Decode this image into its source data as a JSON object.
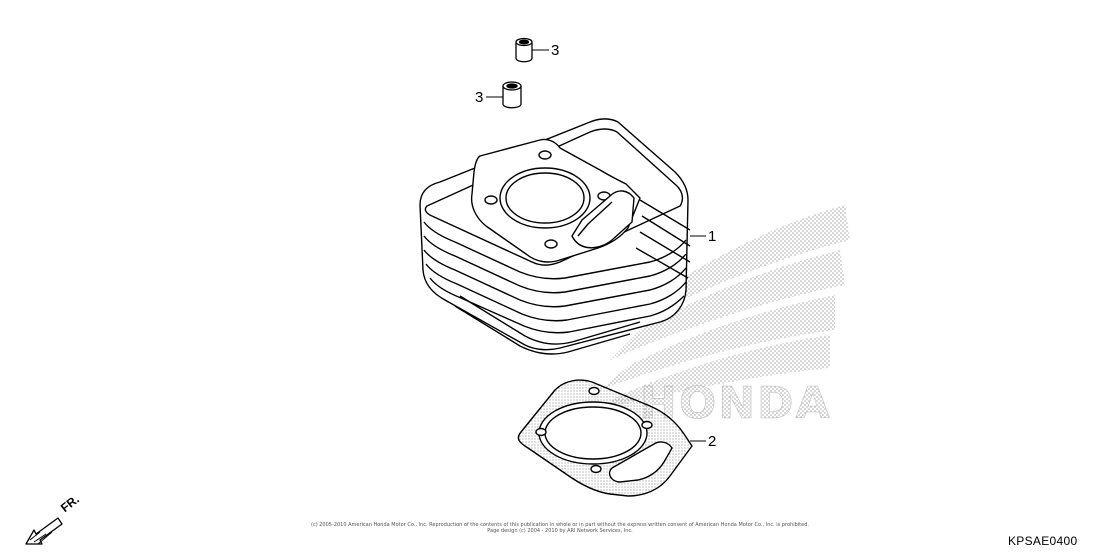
{
  "callouts": {
    "cylinder": "1",
    "gasket": "2",
    "dowel_pin_upper": "3",
    "dowel_pin_lower": "3"
  },
  "watermark": "HONDA",
  "direction_label": "FR.",
  "diagram_code": "KPSAE0400",
  "copyright_lines": [
    "(c) 2005-2010 American Honda Motor Co., Inc. Reproduction of the contents of this publication in whole or in part without the express written consent of American Honda Motor Co., Inc. is prohibited.",
    "Page design (c) 2004 - 2010 by ARI Network Services, Inc."
  ],
  "colors": {
    "line": "#000000",
    "watermark_dots": "#9a9a9a",
    "background": "#ffffff"
  }
}
